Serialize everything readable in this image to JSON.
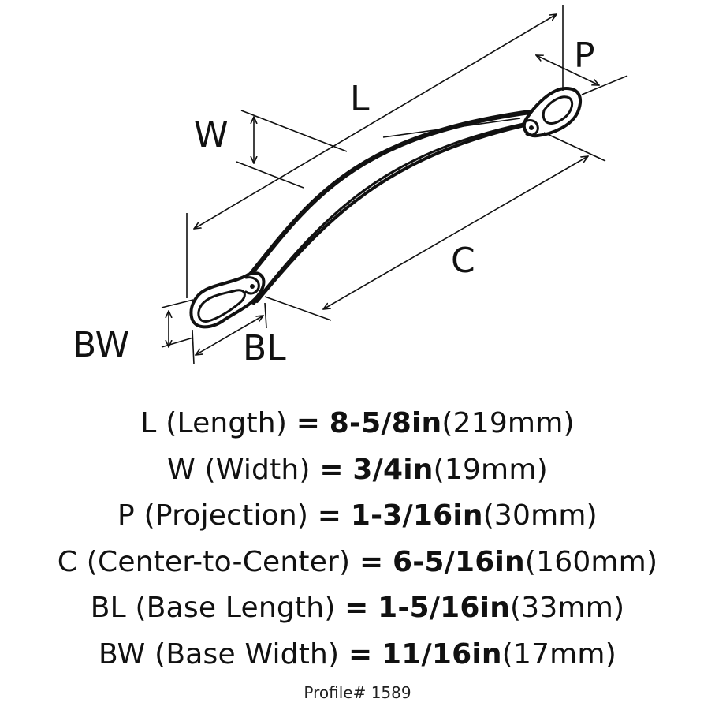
{
  "labels": {
    "L": "L",
    "W": "W",
    "P": "P",
    "C": "C",
    "BW": "BW",
    "BL": "BL"
  },
  "specs": [
    {
      "code": "L",
      "desc": "(Length)",
      "eq": "=",
      "imp": "8-5/8in",
      "met": "(219mm)"
    },
    {
      "code": "W",
      "desc": "(Width)",
      "eq": "=",
      "imp": "3/4in",
      "met": "(19mm)"
    },
    {
      "code": "P",
      "desc": "(Projection)",
      "eq": "=",
      "imp": "1-3/16in",
      "met": "(30mm)"
    },
    {
      "code": "C",
      "desc": "(Center-to-Center)",
      "eq": "=",
      "imp": "6-5/16in",
      "met": "(160mm)"
    },
    {
      "code": "BL",
      "desc": "(Base Length)",
      "eq": "=",
      "imp": "1-5/16in",
      "met": "(33mm)"
    },
    {
      "code": "BW",
      "desc": "(Base Width)",
      "eq": "=",
      "imp": "11/16in",
      "met": "(17mm)"
    }
  ],
  "profile": "Profile# 1589",
  "colors": {
    "ink": "#111111",
    "background": "#ffffff"
  }
}
